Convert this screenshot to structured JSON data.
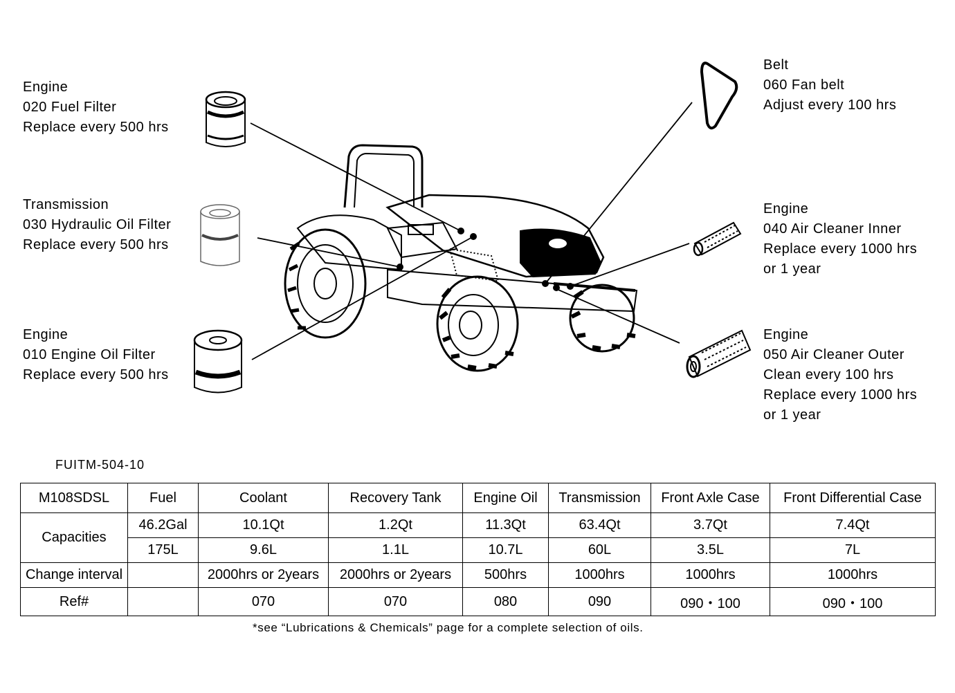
{
  "callouts": {
    "fuel_filter": {
      "category": "Engine",
      "part": "020 Fuel Filter",
      "note": "Replace every 500 hrs"
    },
    "hydraulic_filter": {
      "category": "Transmission",
      "part": "030 Hydraulic Oil Filter",
      "note": "Replace every 500 hrs"
    },
    "oil_filter": {
      "category": "Engine",
      "part": "010 Engine Oil Filter",
      "note": "Replace every 500 hrs"
    },
    "fan_belt": {
      "category": "Belt",
      "part": "060 Fan belt",
      "note": "Adjust every 100 hrs"
    },
    "air_inner": {
      "category": "Engine",
      "part": "040 Air Cleaner Inner",
      "note": "Replace every 1000 hrs",
      "note2": "or 1 year"
    },
    "air_outer": {
      "category": "Engine",
      "part": "050 Air Cleaner Outer",
      "note": "Clean every 100 hrs",
      "note2": "Replace every 1000 hrs",
      "note3": "or 1 year"
    }
  },
  "doc_number": "FUITM-504-10",
  "table": {
    "model": "M108SDSL",
    "headers": [
      "Fuel",
      "Coolant",
      "Recovery Tank",
      "Engine Oil",
      "Transmission",
      "Front Axle Case",
      "Front Differential Case"
    ],
    "capacities_label": "Capacities",
    "us": [
      "46.2Gal",
      "10.1Qt",
      "1.2Qt",
      "11.3Qt",
      "63.4Qt",
      "3.7Qt",
      "7.4Qt"
    ],
    "metric": [
      "175L",
      "9.6L",
      "1.1L",
      "10.7L",
      "60L",
      "3.5L",
      "7L"
    ],
    "interval_label": "Change interval",
    "interval": [
      "",
      "2000hrs or 2years",
      "2000hrs or 2years",
      "500hrs",
      "1000hrs",
      "1000hrs",
      "1000hrs"
    ],
    "ref_label": "Ref#",
    "ref": [
      "",
      "070",
      "070",
      "080",
      "090",
      "090・100",
      "090・100"
    ]
  },
  "footnote": "*see “Lubrications & Chemicals” page for a complete selection of oils."
}
